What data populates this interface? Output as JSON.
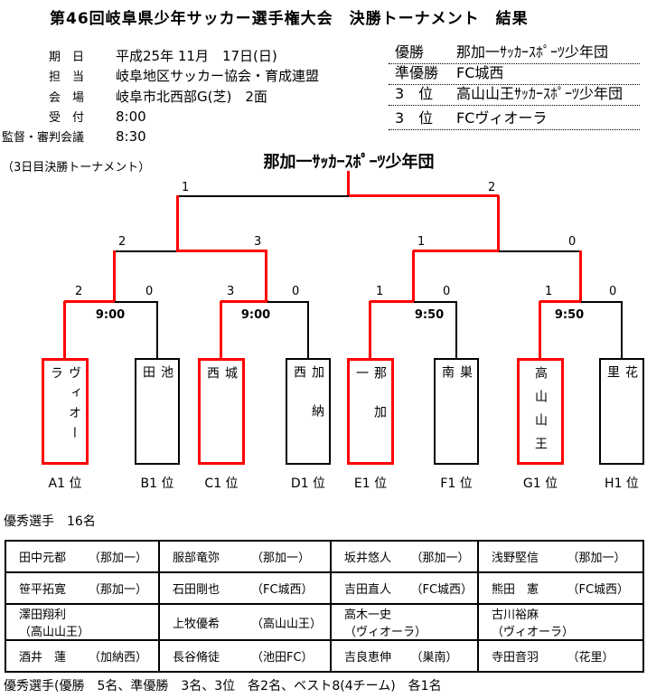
{
  "title": "第46回岐阜県少年サッカー選手権大会　決勝トーナメント　結果",
  "info": {
    "rows": [
      {
        "label": "期　日",
        "value": "平成25年 11月　17日(日)"
      },
      {
        "label": "担　当",
        "value": "岐阜地区サッカー協会・育成連盟"
      },
      {
        "label": "会　場",
        "value": "岐阜市北西部G(芝)　2面"
      },
      {
        "label": "受　付",
        "value": "8:00"
      },
      {
        "label": "監督・審判会議",
        "value": "8:30"
      }
    ]
  },
  "results": {
    "rows": [
      {
        "label": "優勝",
        "value": "那加一ｻｯｶｰｽﾎﾟｰﾂ少年団"
      },
      {
        "label": "準優勝",
        "value": "FC城西"
      },
      {
        "label": "3　位",
        "value": "高山山王ｻｯｶｰｽﾎﾟｰﾂ少年団"
      },
      {
        "label": "3　位",
        "value": "FCヴィオーラ"
      }
    ]
  },
  "bracket": {
    "round_label": "（3日目決勝トーナメント）",
    "champion": "那加一ｻｯｶｰｽﾎﾟｰﾂ少年団",
    "final": {
      "left_score": "1",
      "right_score": "2"
    },
    "semifinals": [
      {
        "left_score": "2",
        "right_score": "3"
      },
      {
        "left_score": "1",
        "right_score": "0"
      }
    ],
    "quarterfinals": [
      {
        "left_score": "2",
        "right_score": "0",
        "time": "9:00"
      },
      {
        "left_score": "3",
        "right_score": "0",
        "time": "9:00"
      },
      {
        "left_score": "1",
        "right_score": "0",
        "time": "9:50"
      },
      {
        "left_score": "1",
        "right_score": "0",
        "time": "9:50"
      }
    ],
    "teams": [
      {
        "name": "ヴィオーラ",
        "seed": "A1 位",
        "winner": true
      },
      {
        "name": "池田",
        "seed": "B1 位",
        "winner": false
      },
      {
        "name": "城西",
        "seed": "C1 位",
        "winner": true
      },
      {
        "name": "加納西",
        "seed": "D1 位",
        "winner": false
      },
      {
        "name": "那加一",
        "seed": "E1 位",
        "winner": true
      },
      {
        "name": "巣南",
        "seed": "F1 位",
        "winner": false
      },
      {
        "name": "高山山王",
        "seed": "G1 位",
        "winner": true
      },
      {
        "name": "花里",
        "seed": "H1 位",
        "winner": false
      }
    ],
    "colors": {
      "winner_path": "#ff0000",
      "line": "#000000"
    }
  },
  "players": {
    "heading": "優秀選手　16名",
    "rows": [
      [
        {
          "name": "田中元都",
          "team": "（那加一）"
        },
        {
          "name": "服部竜弥",
          "team": "（那加一）"
        },
        {
          "name": "坂井悠人",
          "team": "（那加一）"
        },
        {
          "name": "浅野堅信",
          "team": "（那加一）"
        }
      ],
      [
        {
          "name": "笹平拓寛",
          "team": "（那加一）"
        },
        {
          "name": "石田剛也",
          "team": "（FC城西）"
        },
        {
          "name": "吉田直人",
          "team": "（FC城西）"
        },
        {
          "name": "熊田　憲",
          "team": "（FC城西）"
        }
      ],
      [
        {
          "name": "澤田翔利",
          "team": "（高山山王）"
        },
        {
          "name": "上牧優希",
          "team": "（高山山王）"
        },
        {
          "name": "高木一史",
          "team": "（ヴィオーラ）"
        },
        {
          "name": "古川裕麻",
          "team": "（ヴィオーラ）"
        }
      ],
      [
        {
          "name": "酒井　蓮",
          "team": "（加納西）"
        },
        {
          "name": "長谷脩徒",
          "team": "（池田FC）"
        },
        {
          "name": "吉良恵伸",
          "team": "（巣南）"
        },
        {
          "name": "寺田音羽",
          "team": "（花里）"
        }
      ]
    ],
    "footnote": "優秀選手(優勝　5名、準優勝　3名、3位　各2名、ベスト8(4チーム)　各1名"
  }
}
